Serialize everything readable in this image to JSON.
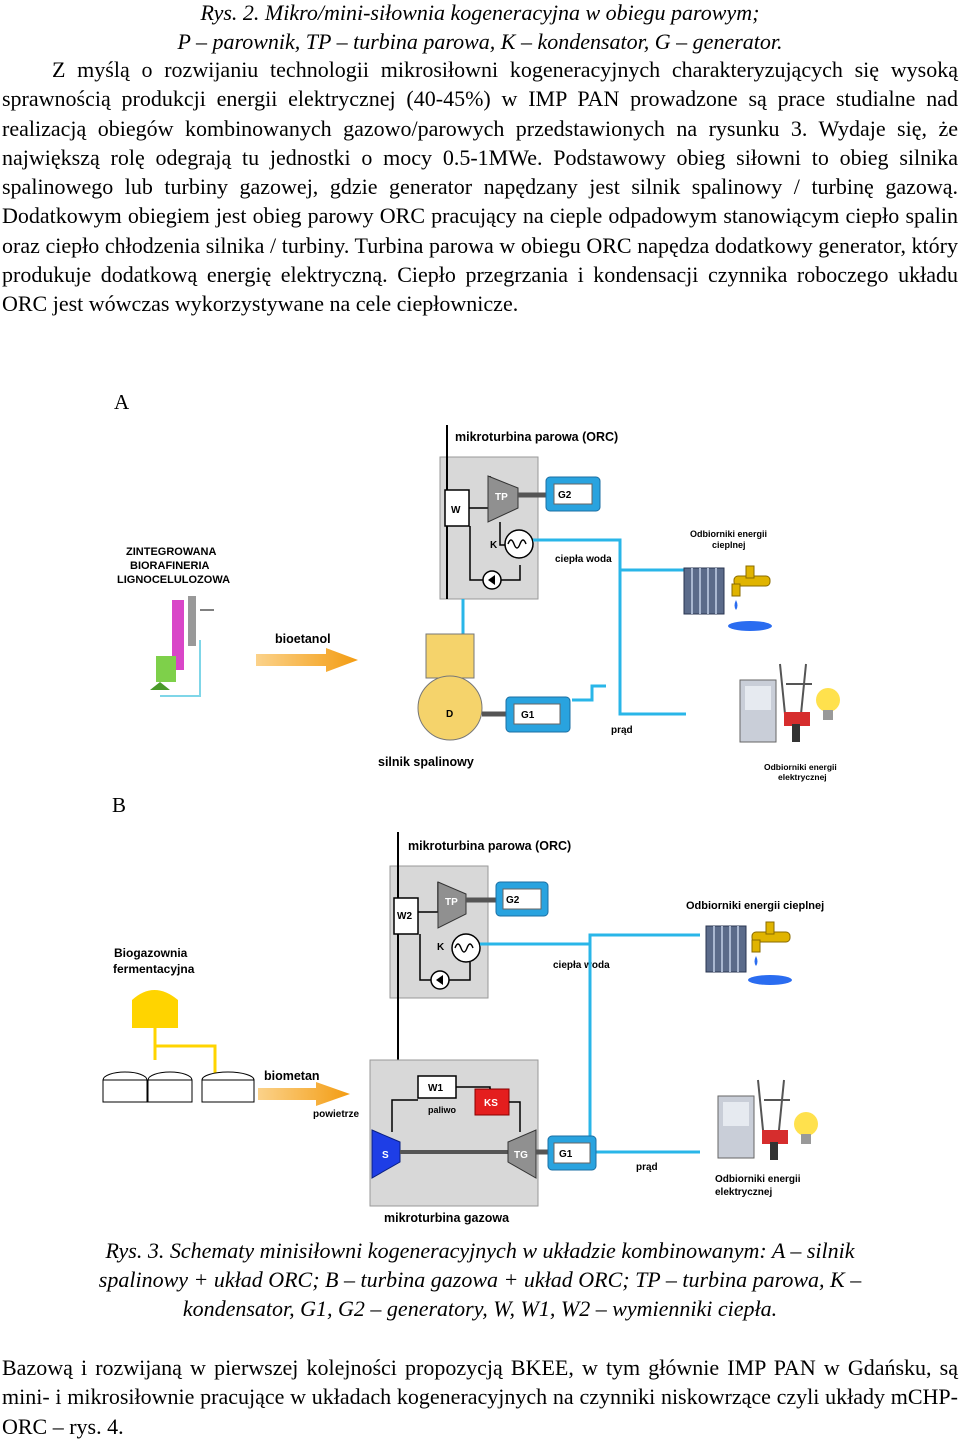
{
  "caption_top": {
    "line1": "Rys. 2. Mikro/mini-siłownia kogeneracyjna w obiegu parowym;",
    "line2": "P – parownik, TP – turbina parowa, K – kondensator, G – generator."
  },
  "paragraph1": "Z myślą o rozwijaniu technologii mikrosiłowni kogeneracyjnych charakteryzujących się wysoką sprawnością produkcji energii elektrycznej (40-45%) w IMP PAN prowadzone są prace studialne nad realizacją obiegów kombinowanych gazowo/parowych przedstawionych na rysunku 3. Wydaje się, że największą rolę odegrają tu jednostki o mocy 0.5-1MWe. Podstawowy obieg siłowni to obieg silnika spalinowego lub turbiny gazowej, gdzie generator napędzany jest silnik spalinowy / turbinę gazową. Dodatkowym obiegiem jest obieg parowy ORC pracujący na cieple odpadowym stanowiącym ciepło spalin oraz ciepło chłodzenia silnika / turbiny. Turbina parowa w obiegu ORC napędza dodatkowy generator, który produkuje dodatkową energię elektryczną. Ciepło przegrzania i kondensacji czynnika roboczego układu ORC jest wówczas wykorzystywane na cele ciepłownicze.",
  "figure": {
    "panel_a": {
      "letter": "A",
      "orc_title": "mikroturbina parowa (ORC)",
      "w": "W",
      "tp": "TP",
      "k": "K",
      "g2": "G2",
      "ciepla_woda": "ciepła woda",
      "heat_receivers_l1": "Odbiorniki energii",
      "heat_receivers_l2": "cieplnej",
      "source_l1": "ZINTEGROWANA",
      "source_l2": "BIORAFINERIA",
      "source_l3": "LIGNOCELULOZOWA",
      "fuel": "bioetanol",
      "d": "D",
      "g1": "G1",
      "prad": "prąd",
      "engine": "silnik spalinowy",
      "elec_receivers_l1": "Odbiorniki energii",
      "elec_receivers_l2": "elektrycznej"
    },
    "panel_b": {
      "letter": "B",
      "orc_title": "mikroturbina parowa (ORC)",
      "w2": "W2",
      "tp": "TP",
      "k": "K",
      "g2": "G2",
      "ciepla_woda": "ciepła woda",
      "heat_receivers": "Odbiorniki energii cieplnej",
      "source_l1": "Biogazownia",
      "source_l2": "fermentacyjna",
      "fuel": "biometan",
      "air": "powietrze",
      "w1": "W1",
      "fuel_label": "paliwo",
      "ks": "KS",
      "s": "S",
      "tg": "TG",
      "g1": "G1",
      "prad": "prąd",
      "gas_turbine": "mikroturbina gazowa",
      "elec_receivers_l1": "Odbiorniki energii",
      "elec_receivers_l2": "elektrycznej"
    }
  },
  "caption_fig": {
    "line1": "Rys. 3. Schematy minisiłowni kogeneracyjnych w układzie kombinowanym: A – silnik",
    "line2": "spalinowy + układ ORC; B – turbina gazowa + układ ORC; TP – turbina parowa, K –",
    "line3": "kondensator, G1, G2 – generatory, W, W1, W2 – wymienniki ciepła."
  },
  "paragraph2": "Bazową i rozwijaną w pierwszej kolejności propozycją BKEE, w tym głównie IMP PAN w Gdańsku, są mini- i mikrosiłownie pracujące w układach kogeneracyjnych na czynniki niskowrzące czyli układy mCHP-ORC – rys. 4."
}
